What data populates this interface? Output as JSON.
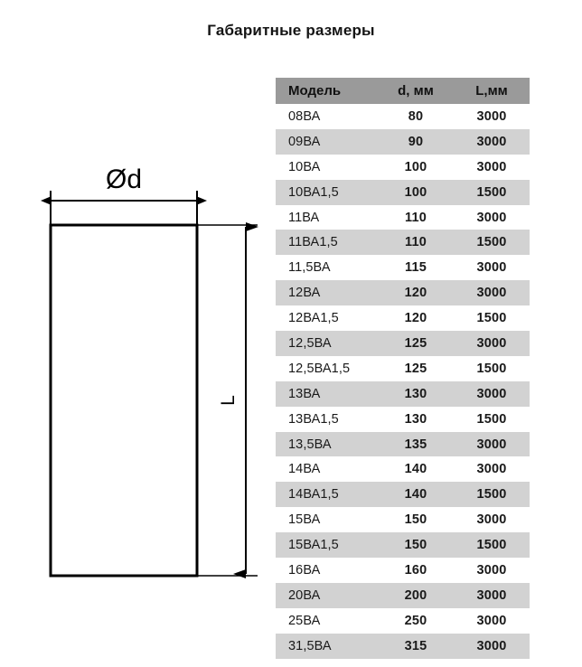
{
  "page": {
    "title": "Габаритные размеры"
  },
  "drawing": {
    "diameter_label": "Ød",
    "length_label": "L",
    "shape": "rectangle-duct-profile",
    "line_color": "#000000",
    "fill_color": "#ffffff"
  },
  "table": {
    "header_bg": "#9a9a9a",
    "stripe_bg": "#d2d2d2",
    "columns": [
      {
        "key": "model",
        "label": "Модель",
        "align": "left"
      },
      {
        "key": "d",
        "label": "d, мм",
        "align": "center"
      },
      {
        "key": "l",
        "label": "L,мм",
        "align": "center"
      }
    ],
    "rows": [
      {
        "model": "08ВА",
        "d": "80",
        "l": "3000"
      },
      {
        "model": "09ВА",
        "d": "90",
        "l": "3000"
      },
      {
        "model": "10ВА",
        "d": "100",
        "l": "3000"
      },
      {
        "model": "10ВА1,5",
        "d": "100",
        "l": "1500"
      },
      {
        "model": "11ВА",
        "d": "110",
        "l": "3000"
      },
      {
        "model": "11ВА1,5",
        "d": "110",
        "l": "1500"
      },
      {
        "model": "11,5ВА",
        "d": "115",
        "l": "3000"
      },
      {
        "model": "12ВА",
        "d": "120",
        "l": "3000"
      },
      {
        "model": "12ВА1,5",
        "d": "120",
        "l": "1500"
      },
      {
        "model": "12,5ВА",
        "d": "125",
        "l": "3000"
      },
      {
        "model": "12,5ВА1,5",
        "d": "125",
        "l": "1500"
      },
      {
        "model": "13ВА",
        "d": "130",
        "l": "3000"
      },
      {
        "model": "13ВА1,5",
        "d": "130",
        "l": "1500"
      },
      {
        "model": "13,5ВА",
        "d": "135",
        "l": "3000"
      },
      {
        "model": "14ВА",
        "d": "140",
        "l": "3000"
      },
      {
        "model": "14ВА1,5",
        "d": "140",
        "l": "1500"
      },
      {
        "model": "15ВА",
        "d": "150",
        "l": "3000"
      },
      {
        "model": "15ВА1,5",
        "d": "150",
        "l": "1500"
      },
      {
        "model": "16ВА",
        "d": "160",
        "l": "3000"
      },
      {
        "model": "20ВА",
        "d": "200",
        "l": "3000"
      },
      {
        "model": "25ВА",
        "d": "250",
        "l": "3000"
      },
      {
        "model": "31,5ВА",
        "d": "315",
        "l": "3000"
      }
    ]
  }
}
